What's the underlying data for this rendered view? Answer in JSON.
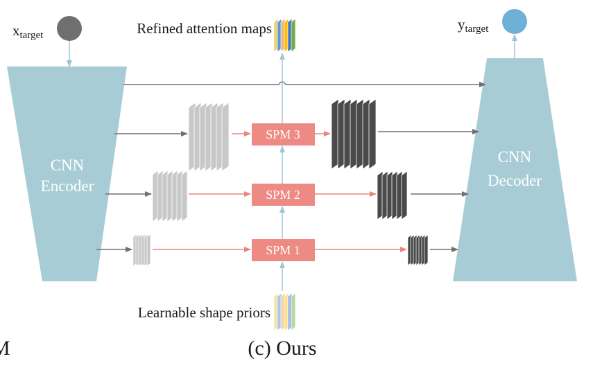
{
  "labels": {
    "x_target_main": "x",
    "x_target_sub": "target",
    "y_target_main": "y",
    "y_target_sub": "target",
    "refined": "Refined attention maps",
    "learnable": "Learnable shape priors",
    "caption": "(c) Ours",
    "left_partial": "M"
  },
  "encoder": {
    "line1": "CNN",
    "line2": "Encoder"
  },
  "decoder": {
    "line1": "CNN",
    "line2": "Decoder"
  },
  "spm": [
    "SPM 3",
    "SPM 2",
    "SPM 1"
  ],
  "colors": {
    "trapezoid": "#a8ccd6",
    "spm": "#ee8a84",
    "arrow_gray": "#707070",
    "arrow_red": "#e8857f",
    "arrow_blue": "#9ec5d6",
    "input_circle": "#6f6f6f",
    "output_circle": "#6fb0d6",
    "light_maps": "#c8c8c8",
    "dark_maps": "#4a4a4a"
  }
}
